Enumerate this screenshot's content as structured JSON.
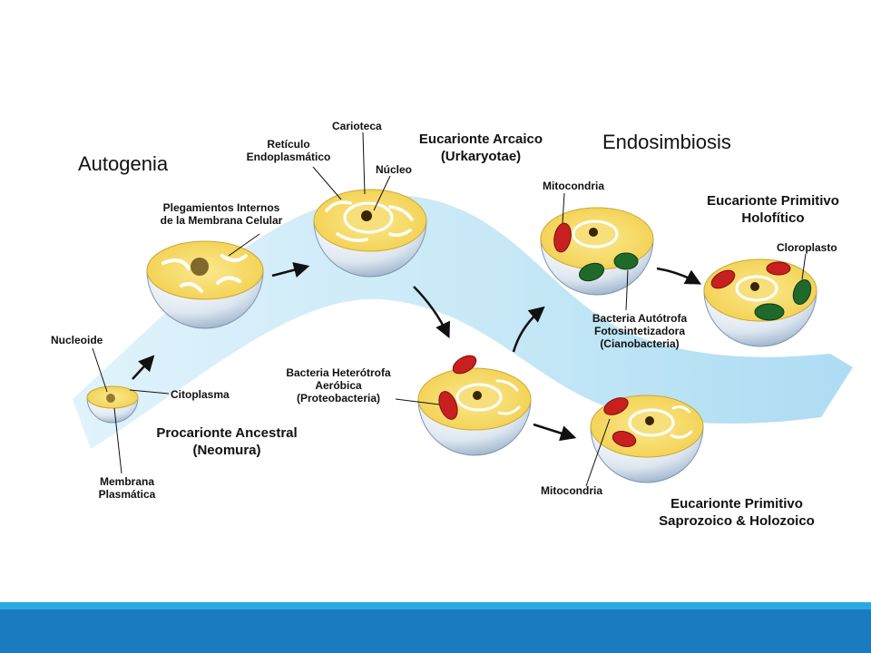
{
  "headings": {
    "autogenia": "Autogenia",
    "endosimbiosis": "Endosimbiosis"
  },
  "labels": {
    "nucleoide": "Nucleoide",
    "citoplasma": "Citoplasma",
    "membrana_line1": "Membrana",
    "membrana_line2": "Plasmática",
    "procarionte_line1": "Procarionte Ancestral",
    "procarionte_line2": "(Neomura)",
    "plegamientos_line1": "Plegamientos Internos",
    "plegamientos_line2": "de la Membrana Celular",
    "reticulo_line1": "Retículo",
    "reticulo_line2": "Endoplasmático",
    "carioteca": "Carioteca",
    "nucleo": "Núcleo",
    "arcaico_line1": "Eucarionte Arcaico",
    "arcaico_line2": "(Urkaryotae)",
    "heterotrofa_line1": "Bacteria Heterótrofa",
    "heterotrofa_line2": "Aeróbica",
    "heterotrofa_line3": "(Proteobacteria)",
    "mitocondria_top": "Mitocondria",
    "autotrofa_line1": "Bacteria Autótrofa",
    "autotrofa_line2": "Fotosintetizadora",
    "autotrofa_line3": "(Cianobacteria)",
    "holofitico_line1": "Eucarionte Primitivo",
    "holofitico_line2": "Holofítico",
    "cloroplasto": "Cloroplasto",
    "mitocondria_bottom": "Mitocondria",
    "saprozoico_line1": "Eucarionte Primitivo",
    "saprozoico_line2": "Saprozoico & Holozoico"
  },
  "colors": {
    "footer_top": "#27a9e1",
    "footer_main": "#1a7bc0",
    "band": "#c9e9f7",
    "cytoplasm": "#f5dc6a",
    "shell": "#dfe8f2",
    "mitochondria": "#c8201e",
    "chloroplast": "#1f6a2a"
  }
}
